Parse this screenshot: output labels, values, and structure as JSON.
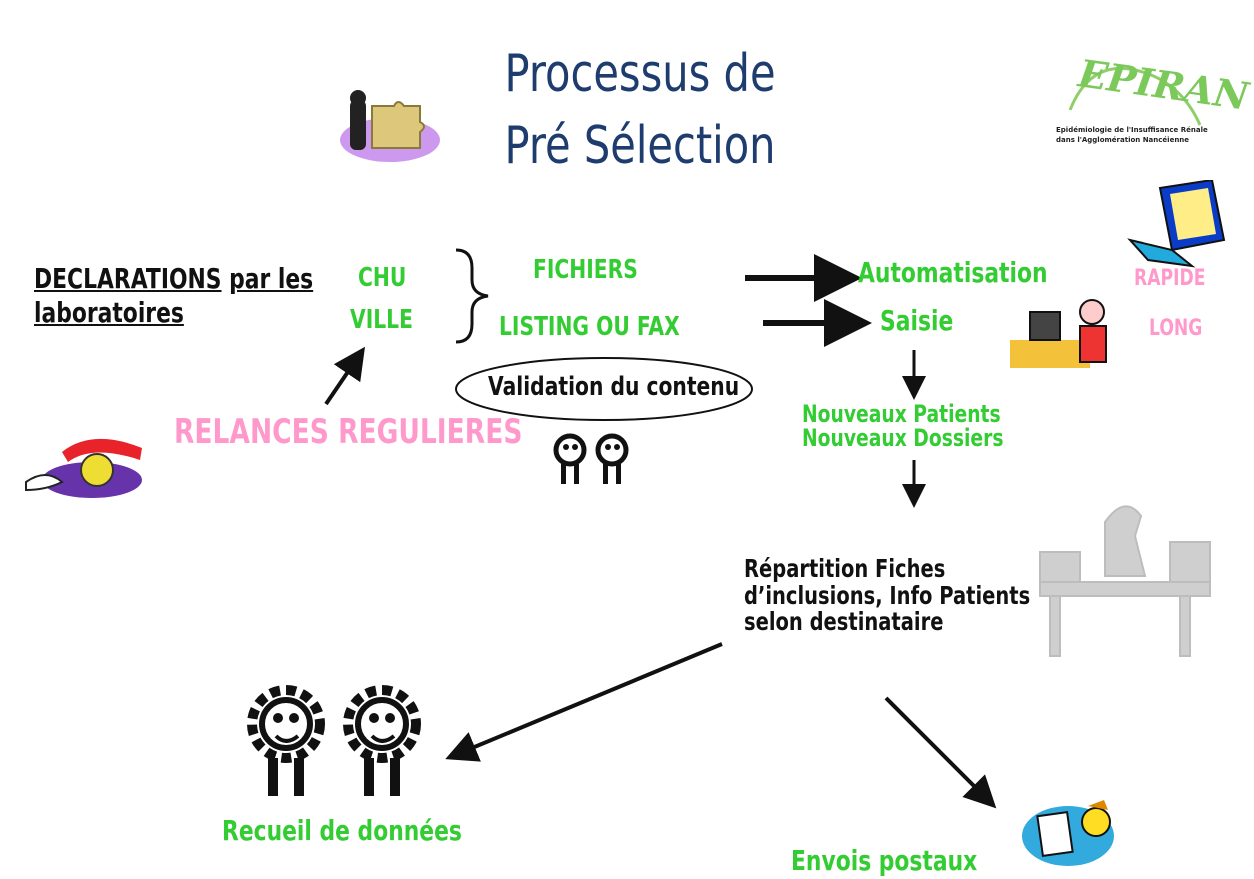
{
  "title": {
    "line1": "Processus de",
    "line2": "Pré Sélection"
  },
  "logo": {
    "name": "EPIRAN",
    "subtitle1": "Epidémiologie de l'Insuffisance Rénale",
    "subtitle2": "dans l'Agglomération Nancéienne"
  },
  "sources": {
    "declarations": "DECLARATIONS",
    "declarations_suffix": "par les",
    "declarations_line2": "laboratoires",
    "chu": "CHU",
    "ville": "VILLE"
  },
  "relances": "RELANCES REGULIERES",
  "inputs": {
    "fichiers": "FICHIERS",
    "listing": "LISTING OU FAX"
  },
  "validation": "Validation du contenu",
  "outputs": {
    "automatisation": "Automatisation",
    "saisie": "Saisie",
    "rapide": "RAPIDE",
    "long": "LONG"
  },
  "nouveaux": {
    "line1": "Nouveaux Patients",
    "line2": "Nouveaux Dossiers"
  },
  "repartition": {
    "line1": "Répartition Fiches",
    "line2": "d’inclusions, Info Patients",
    "line3": "selon destinataire"
  },
  "recueil": "Recueil de données",
  "envois": "Envois postaux",
  "colors": {
    "title": "#1f3c6e",
    "green": "#33cc33",
    "pink": "#ff99cc",
    "black": "#111111"
  }
}
